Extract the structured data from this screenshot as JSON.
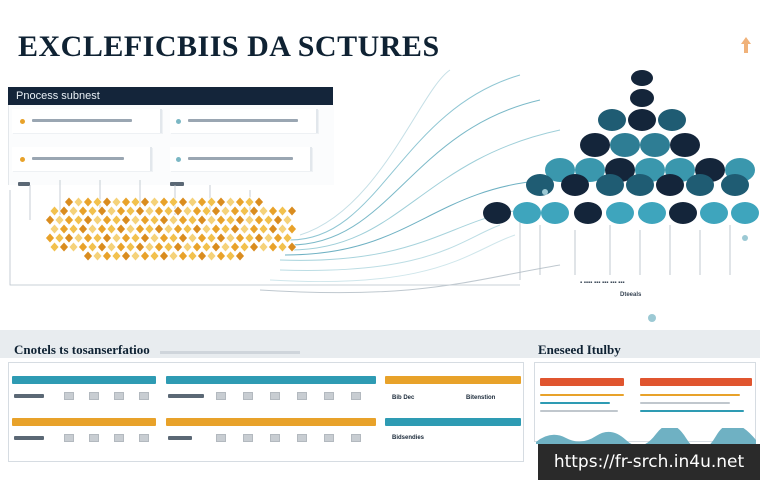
{
  "page_title": "EXCLEFICBIIS DA SCTURES",
  "top_panel": {
    "header": "Pnocess subnest"
  },
  "network": {
    "caption": "Dteeals"
  },
  "bottom_left": {
    "title": "Cnotels ts tosanserfatioo"
  },
  "bottom_mid": {
    "labels": [
      "Bib Dec",
      "Bitenstion",
      "Bidsendies"
    ]
  },
  "bottom_right": {
    "title": "Eneseed Itulby"
  },
  "watermark": "https://fr-srch.in4u.net",
  "colors": {
    "navy": "#14253a",
    "teal": "#2e9bb3",
    "orange": "#e8a22a",
    "red": "#e0552f",
    "dark_teal": "#1f5c73"
  }
}
